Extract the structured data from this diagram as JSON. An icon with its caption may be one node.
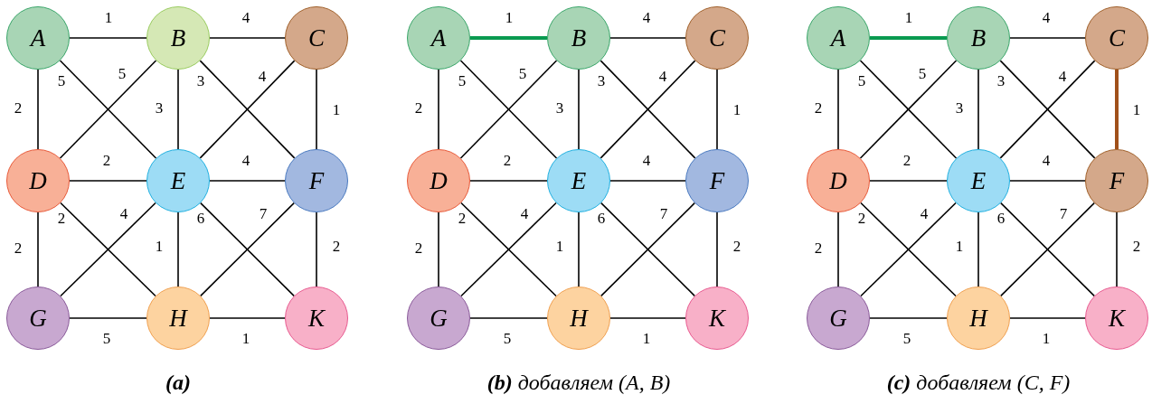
{
  "diagram": {
    "nodes": [
      {
        "text": [
          "A"
        ]
      },
      {
        "text": [
          "B"
        ]
      },
      {
        "text": [
          "C"
        ]
      },
      {
        "text": [
          "D"
        ]
      },
      {
        "text": [
          "E"
        ]
      },
      {
        "text": [
          "F"
        ]
      },
      {
        "text": [
          "G"
        ]
      },
      {
        "text": [
          "H"
        ]
      },
      {
        "text": [
          "K"
        ]
      },
      {
        "text": [
          "A"
        ]
      },
      {
        "text": [
          "B"
        ]
      },
      {
        "text": [
          "C"
        ]
      },
      {
        "text": [
          "D"
        ]
      },
      {
        "text": [
          "E"
        ]
      },
      {
        "text": [
          "F"
        ]
      },
      {
        "text": [
          "G"
        ]
      },
      {
        "text": [
          "H"
        ]
      },
      {
        "text": [
          "K"
        ]
      },
      {
        "text": [
          "A"
        ]
      },
      {
        "text": [
          "B"
        ]
      },
      {
        "text": [
          "C"
        ]
      },
      {
        "text": [
          "D"
        ]
      },
      {
        "text": [
          "E"
        ]
      },
      {
        "text": [
          "F"
        ]
      },
      {
        "text": [
          "G"
        ]
      },
      {
        "text": [
          "H"
        ]
      },
      {
        "text": [
          "K"
        ]
      }
    ],
    "edges": [
      {
        "from": 0,
        "to": 1,
        "arrow": "none",
        "label": "1"
      },
      {
        "from": 1,
        "to": 2,
        "arrow": "none",
        "label": "4"
      },
      {
        "from": 0,
        "to": 3,
        "arrow": "none",
        "label": "2"
      },
      {
        "from": 0,
        "to": 4,
        "arrow": "none",
        "label": "5"
      },
      {
        "from": 1,
        "to": 3,
        "arrow": "none",
        "label": "5"
      },
      {
        "from": 1,
        "to": 4,
        "arrow": "none",
        "label": "3"
      },
      {
        "from": 1,
        "to": 5,
        "arrow": "none",
        "label": "3"
      },
      {
        "from": 2,
        "to": 4,
        "arrow": "none",
        "label": "4"
      },
      {
        "from": 2,
        "to": 5,
        "arrow": "none",
        "label": "1"
      },
      {
        "from": 3,
        "to": 4,
        "arrow": "none",
        "label": "2"
      },
      {
        "from": 4,
        "to": 5,
        "arrow": "none",
        "label": "4"
      },
      {
        "from": 3,
        "to": 6,
        "arrow": "none",
        "label": "2"
      },
      {
        "from": 3,
        "to": 7,
        "arrow": "none",
        "label": "2"
      },
      {
        "from": 4,
        "to": 6,
        "arrow": "none",
        "label": "4"
      },
      {
        "from": 4,
        "to": 7,
        "arrow": "none",
        "label": "1"
      },
      {
        "from": 4,
        "to": 8,
        "arrow": "none",
        "label": "6"
      },
      {
        "from": 5,
        "to": 7,
        "arrow": "none",
        "label": "7"
      },
      {
        "from": 5,
        "to": 8,
        "arrow": "none",
        "label": "2"
      },
      {
        "from": 6,
        "to": 7,
        "arrow": "none",
        "label": "5"
      },
      {
        "from": 7,
        "to": 8,
        "arrow": "none",
        "label": "1"
      },
      {
        "from": 9,
        "to": 10,
        "arrow": "none",
        "label": "1",
        "style": "thick",
        "color": "#0a9a50"
      },
      {
        "from": 10,
        "to": 11,
        "arrow": "none",
        "label": "4"
      },
      {
        "from": 9,
        "to": 12,
        "arrow": "none",
        "label": "2"
      },
      {
        "from": 9,
        "to": 13,
        "arrow": "none",
        "label": "5"
      },
      {
        "from": 10,
        "to": 12,
        "arrow": "none",
        "label": "5"
      },
      {
        "from": 10,
        "to": 13,
        "arrow": "none",
        "label": "3"
      },
      {
        "from": 10,
        "to": 14,
        "arrow": "none",
        "label": "3"
      },
      {
        "from": 11,
        "to": 13,
        "arrow": "none",
        "label": "4"
      },
      {
        "from": 11,
        "to": 14,
        "arrow": "none",
        "label": "1"
      },
      {
        "from": 12,
        "to": 13,
        "arrow": "none",
        "label": "2"
      },
      {
        "from": 13,
        "to": 14,
        "arrow": "none",
        "label": "4"
      },
      {
        "from": 12,
        "to": 15,
        "arrow": "none",
        "label": "2"
      },
      {
        "from": 12,
        "to": 16,
        "arrow": "none",
        "label": "2"
      },
      {
        "from": 13,
        "to": 15,
        "arrow": "none",
        "label": "4"
      },
      {
        "from": 13,
        "to": 16,
        "arrow": "none",
        "label": "1"
      },
      {
        "from": 13,
        "to": 17,
        "arrow": "none",
        "label": "6"
      },
      {
        "from": 14,
        "to": 16,
        "arrow": "none",
        "label": "7"
      },
      {
        "from": 14,
        "to": 17,
        "arrow": "none",
        "label": "2"
      },
      {
        "from": 15,
        "to": 16,
        "arrow": "none",
        "label": "5"
      },
      {
        "from": 16,
        "to": 17,
        "arrow": "none",
        "label": "1"
      },
      {
        "from": 18,
        "to": 19,
        "arrow": "none",
        "label": "1",
        "style": "thick",
        "color": "#0a9a50"
      },
      {
        "from": 19,
        "to": 20,
        "arrow": "none",
        "label": "4"
      },
      {
        "from": 18,
        "to": 21,
        "arrow": "none",
        "label": "2"
      },
      {
        "from": 18,
        "to": 22,
        "arrow": "none",
        "label": "5"
      },
      {
        "from": 19,
        "to": 21,
        "arrow": "none",
        "label": "5"
      },
      {
        "from": 19,
        "to": 22,
        "arrow": "none",
        "label": "3"
      },
      {
        "from": 19,
        "to": 23,
        "arrow": "none",
        "label": "3"
      },
      {
        "from": 20,
        "to": 22,
        "arrow": "none",
        "label": "4"
      },
      {
        "from": 20,
        "to": 23,
        "arrow": "none",
        "label": "1",
        "style": "thick",
        "color": "#a0501a"
      },
      {
        "from": 21,
        "to": 22,
        "arrow": "none",
        "label": "2"
      },
      {
        "from": 22,
        "to": 23,
        "arrow": "none",
        "label": "4"
      },
      {
        "from": 21,
        "to": 24,
        "arrow": "none",
        "label": "2"
      },
      {
        "from": 21,
        "to": 25,
        "arrow": "none",
        "label": "2"
      },
      {
        "from": 22,
        "to": 24,
        "arrow": "none",
        "label": "4"
      },
      {
        "from": 22,
        "to": 25,
        "arrow": "none",
        "label": "1"
      },
      {
        "from": 22,
        "to": 26,
        "arrow": "none",
        "label": "6"
      },
      {
        "from": 23,
        "to": 25,
        "arrow": "none",
        "label": "7"
      },
      {
        "from": 23,
        "to": 26,
        "arrow": "none",
        "label": "2"
      },
      {
        "from": 24,
        "to": 25,
        "arrow": "none",
        "label": "5"
      },
      {
        "from": 25,
        "to": 26,
        "arrow": "none",
        "label": "1"
      }
    ],
    "labels": [
      "(a)",
      "**(b)** добавляем (A, B)",
      "**(c)** добавляем (C, F)"
    ]
  }
}
